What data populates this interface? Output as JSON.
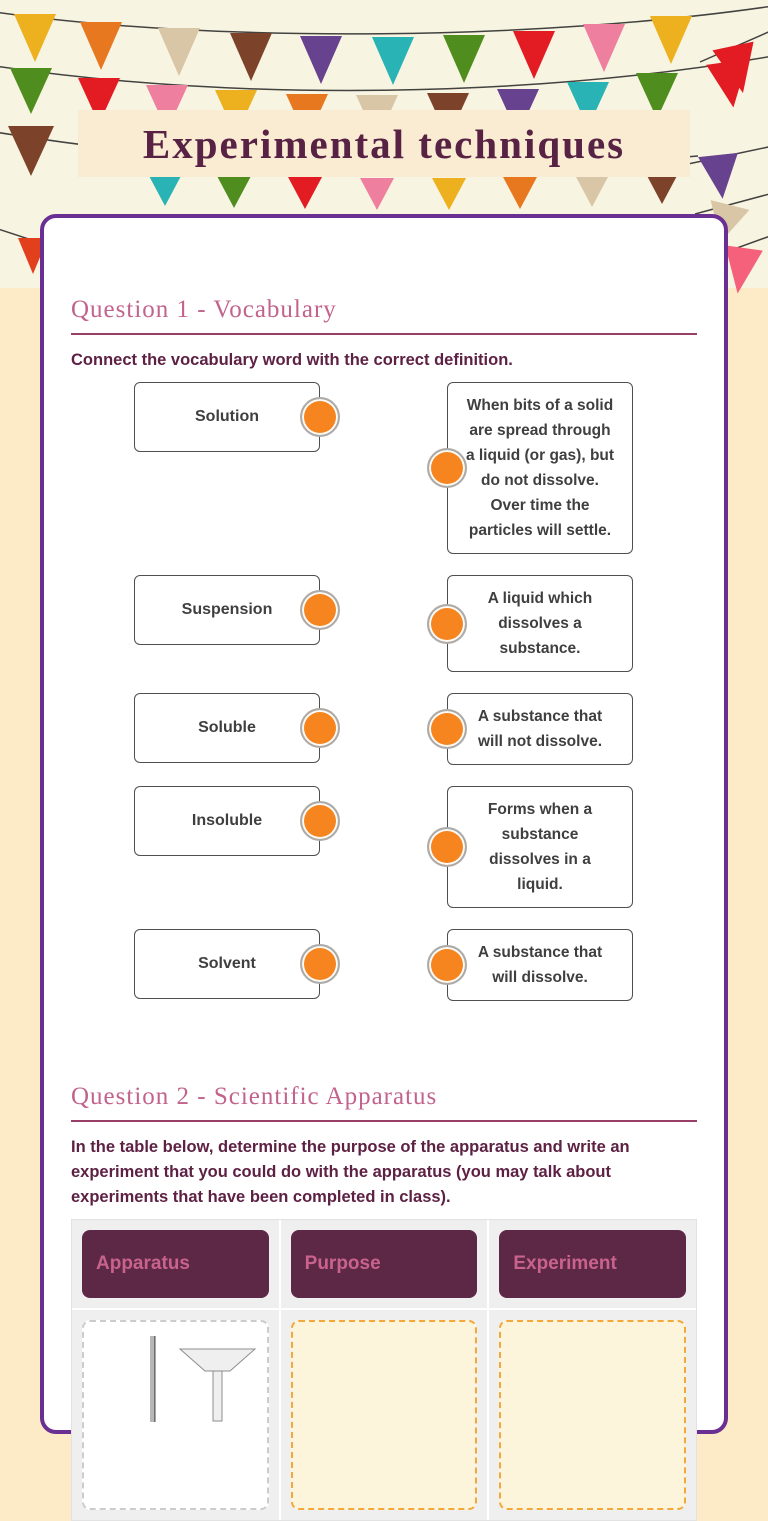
{
  "header": {
    "title": "Experimental techniques",
    "title_color": "#582244",
    "banner_bg": "#f9ecd2",
    "header_bg": "#f8f4e2",
    "bunting": {
      "palette": {
        "gold": "#edb01e",
        "orange": "#e87820",
        "tan": "#d9c6a6",
        "brown": "#7c432a",
        "purple": "#67428e",
        "teal": "#29b3b5",
        "green": "#4f8e1e",
        "red": "#e31c23",
        "pink": "#ef7f9e",
        "salmon": "#f5607a",
        "red2": "#e2401d"
      },
      "string_color": "#222222",
      "strings": [
        "M -5 12 C 220 44 540 40 773 6",
        "M 700 62 L 773 30",
        "M -5 66 C 240 102 530 98 773 56",
        "M -5 132 C 240 172 480 174 698 156",
        "M 688 164 L 773 146",
        "M 695 214 L 773 193",
        "M 712 257 L 773 235",
        "M -5 228 L 50 246"
      ],
      "flags": [
        [
          14,
          14,
          42,
          48,
          "gold",
          0
        ],
        [
          80,
          22,
          42,
          48,
          "orange",
          0
        ],
        [
          158,
          28,
          42,
          48,
          "tan",
          0
        ],
        [
          230,
          33,
          42,
          48,
          "brown",
          0
        ],
        [
          300,
          36,
          42,
          48,
          "purple",
          0
        ],
        [
          372,
          37,
          42,
          48,
          "teal",
          0
        ],
        [
          443,
          35,
          42,
          48,
          "green",
          0
        ],
        [
          513,
          31,
          42,
          48,
          "red",
          0
        ],
        [
          583,
          24,
          42,
          48,
          "pink",
          0
        ],
        [
          650,
          16,
          42,
          48,
          "gold",
          0
        ],
        [
          712,
          46,
          42,
          48,
          "red",
          -12
        ],
        [
          10,
          68,
          42,
          46,
          "green",
          0
        ],
        [
          78,
          78,
          42,
          46,
          "red",
          0
        ],
        [
          146,
          85,
          42,
          46,
          "pink",
          0
        ],
        [
          215,
          90,
          42,
          46,
          "gold",
          0
        ],
        [
          286,
          94,
          42,
          46,
          "orange",
          0
        ],
        [
          356,
          95,
          42,
          46,
          "tan",
          0
        ],
        [
          427,
          93,
          42,
          46,
          "brown",
          0
        ],
        [
          497,
          89,
          42,
          46,
          "purple",
          0
        ],
        [
          567,
          82,
          42,
          46,
          "teal",
          0
        ],
        [
          636,
          73,
          42,
          46,
          "green",
          0
        ],
        [
          706,
          62,
          42,
          46,
          "red",
          -8
        ],
        [
          8,
          126,
          46,
          50,
          "brown",
          0
        ],
        [
          148,
          174,
          34,
          32,
          "teal",
          0
        ],
        [
          217,
          176,
          34,
          32,
          "green",
          0
        ],
        [
          288,
          177,
          34,
          32,
          "red",
          0
        ],
        [
          360,
          178,
          34,
          32,
          "pink",
          0
        ],
        [
          432,
          178,
          34,
          32,
          "gold",
          0
        ],
        [
          503,
          177,
          34,
          32,
          "orange",
          0
        ],
        [
          575,
          175,
          34,
          32,
          "tan",
          0
        ],
        [
          645,
          172,
          34,
          32,
          "brown",
          0
        ],
        [
          698,
          155,
          40,
          44,
          "purple",
          -6
        ],
        [
          710,
          205,
          40,
          38,
          "tan",
          14
        ],
        [
          725,
          248,
          38,
          46,
          "salmon",
          8
        ],
        [
          18,
          238,
          30,
          36,
          "red2",
          0
        ]
      ]
    }
  },
  "card": {
    "border_color": "#692f92",
    "background": "#ffffff"
  },
  "question1": {
    "heading": "Question 1 - Vocabulary",
    "heading_color": "#c2638c",
    "instruction": "Connect the vocabulary word with the correct definition.",
    "connector_color": "#f6851f",
    "pairs": [
      {
        "term": "Solution",
        "definition": "When bits of a solid are spread through a liquid (or gas), but do not dissolve. Over time the particles will settle."
      },
      {
        "term": "Suspension",
        "definition": "A liquid which dissolves a substance."
      },
      {
        "term": "Soluble",
        "definition": "A substance that will not dissolve."
      },
      {
        "term": "Insoluble",
        "definition": "Forms when a substance dissolves in a liquid."
      },
      {
        "term": "Solvent",
        "definition": "A substance that will dissolve."
      }
    ]
  },
  "question2": {
    "heading": "Question 2 - Scientific Apparatus",
    "instruction": "In the table below, determine the purpose of the apparatus and write an experiment that you could do with the apparatus (you may talk about experiments that have been completed in class).",
    "table": {
      "headers": [
        "Apparatus",
        "Purpose",
        "Experiment"
      ],
      "header_bg": "#5c2845",
      "header_text_color": "#c9638e",
      "rows": [
        {
          "apparatus_image": "funnel-and-stirring-rod-icon",
          "purpose": "",
          "experiment": ""
        }
      ]
    }
  }
}
